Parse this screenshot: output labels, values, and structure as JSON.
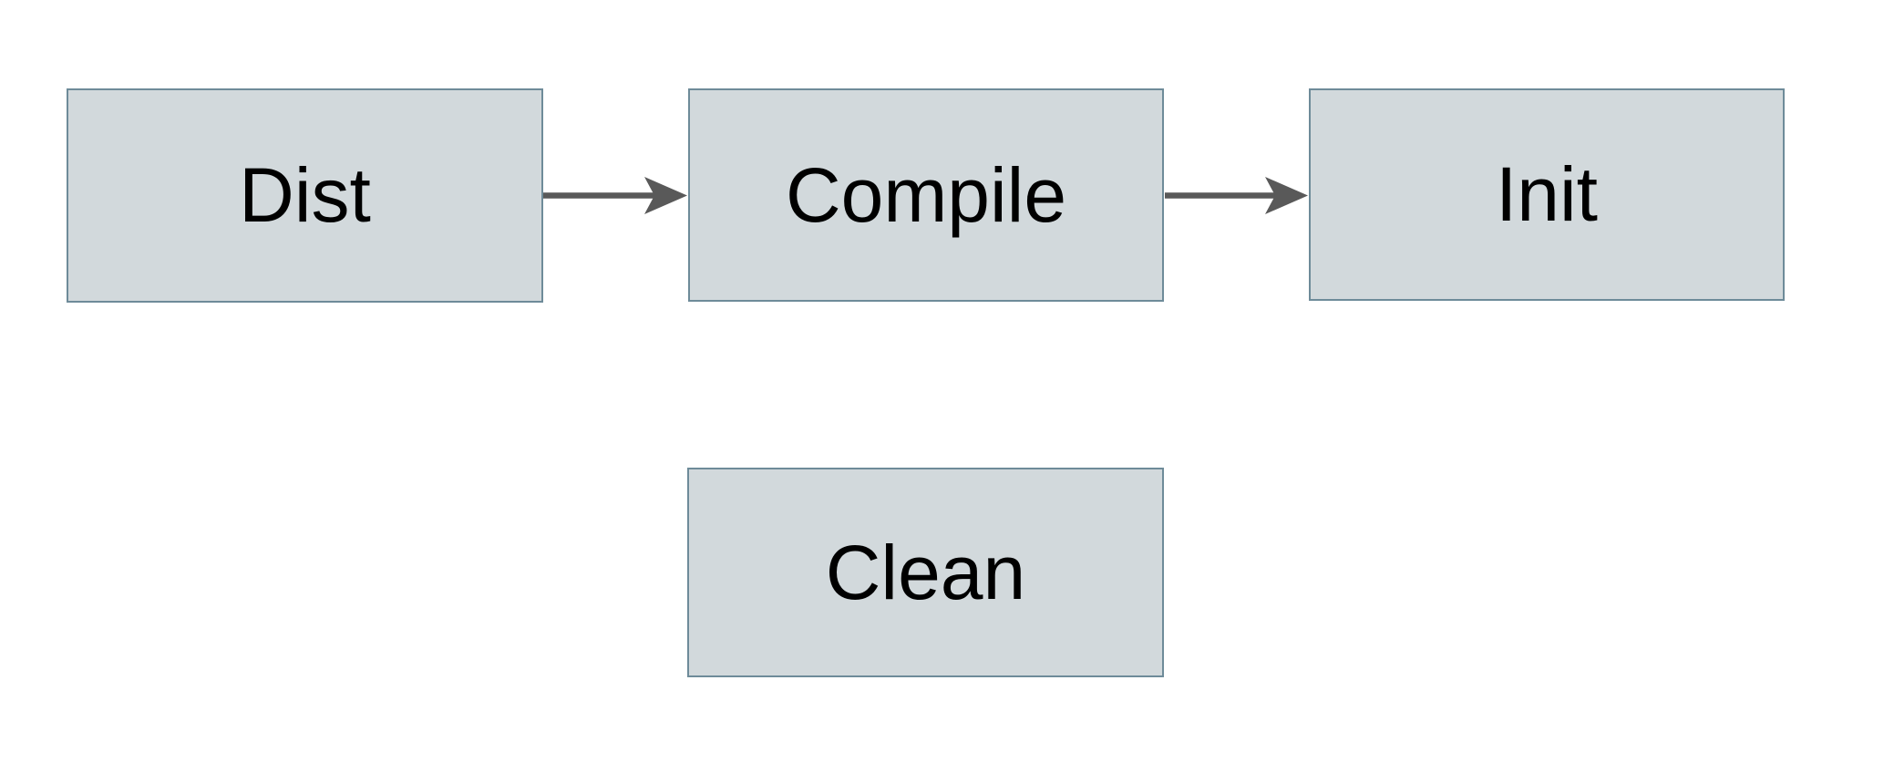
{
  "diagram": {
    "background_color": "#ffffff",
    "node_fill_color": "#d2d9dc",
    "node_border_color": "#6e8b99",
    "arrow_color": "#595959",
    "label_color": "#000000",
    "nodes": [
      {
        "id": "dist",
        "label": "Dist"
      },
      {
        "id": "compile",
        "label": "Compile"
      },
      {
        "id": "init",
        "label": "Init"
      },
      {
        "id": "clean",
        "label": "Clean"
      }
    ],
    "edges": [
      {
        "from": "Dist",
        "to": "Compile"
      },
      {
        "from": "Compile",
        "to": "Init"
      }
    ]
  }
}
